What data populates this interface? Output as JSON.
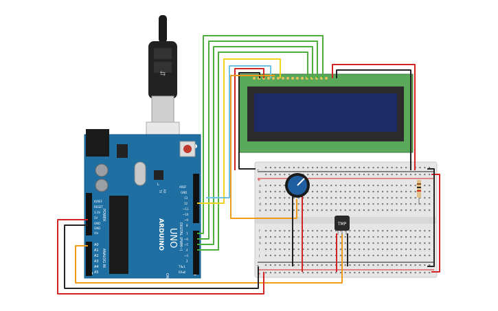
{
  "arduino": {
    "brand": "ARDUINO",
    "model": "UNO",
    "power_label": "POWER",
    "analog_label": "ANALOG IN",
    "digital_label": "DIGITAL (PWM~)",
    "tx_label": "TX",
    "rx_label": "RX",
    "l_label": "L",
    "on_label": "ON",
    "power_pins": [
      "IOREF",
      "RESET",
      "3.3V",
      "5V",
      "GND",
      "GND",
      "Vin"
    ],
    "analog_pins": [
      "A0",
      "A1",
      "A2",
      "A3",
      "A4",
      "A5"
    ],
    "digital_pins_top": [
      "AREF",
      "GND",
      "13",
      "12",
      "~11",
      "~10",
      "~9",
      "8"
    ],
    "digital_pins_bottom": [
      "7",
      "~6",
      "~5",
      "4",
      "~3",
      "2",
      "TX▸1",
      "RX◂0"
    ]
  },
  "sensor": {
    "label": "TMP"
  },
  "breadboard": {
    "rows_top": [
      "a",
      "b",
      "c",
      "d",
      "e"
    ],
    "rows_bottom": [
      "f",
      "g",
      "h",
      "i",
      "j"
    ],
    "plus": "+",
    "minus": "-"
  },
  "colors": {
    "board": "#1f6fa3",
    "wire_red": "#d42222",
    "wire_black": "#222222",
    "wire_green": "#4caf3a",
    "wire_orange": "#f29a1a",
    "wire_yellow": "#f1d21c",
    "wire_blue": "#6cc1e6",
    "lcd_pcb": "#5aa85a",
    "lcd_screen": "#1d2a63",
    "breadboard": "#e6e6e6"
  }
}
